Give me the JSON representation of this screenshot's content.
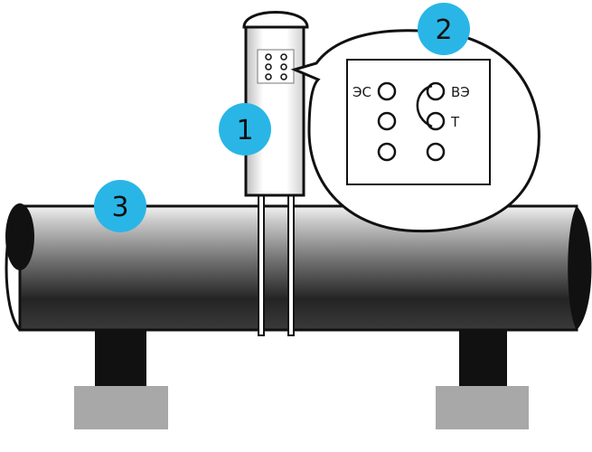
{
  "colors": {
    "badge": "#29b6e6",
    "support": "#111111",
    "base": "#a8a8a8",
    "outline": "#111111"
  },
  "callouts": [
    {
      "number": "1",
      "target": "sensor-housing"
    },
    {
      "number": "2",
      "target": "terminal-block-zoom"
    },
    {
      "number": "3",
      "target": "pipe"
    }
  ],
  "terminal_block": {
    "labels": {
      "top_left": "ЭС",
      "top_right": "ВЭ",
      "mid_right": "Т"
    }
  }
}
